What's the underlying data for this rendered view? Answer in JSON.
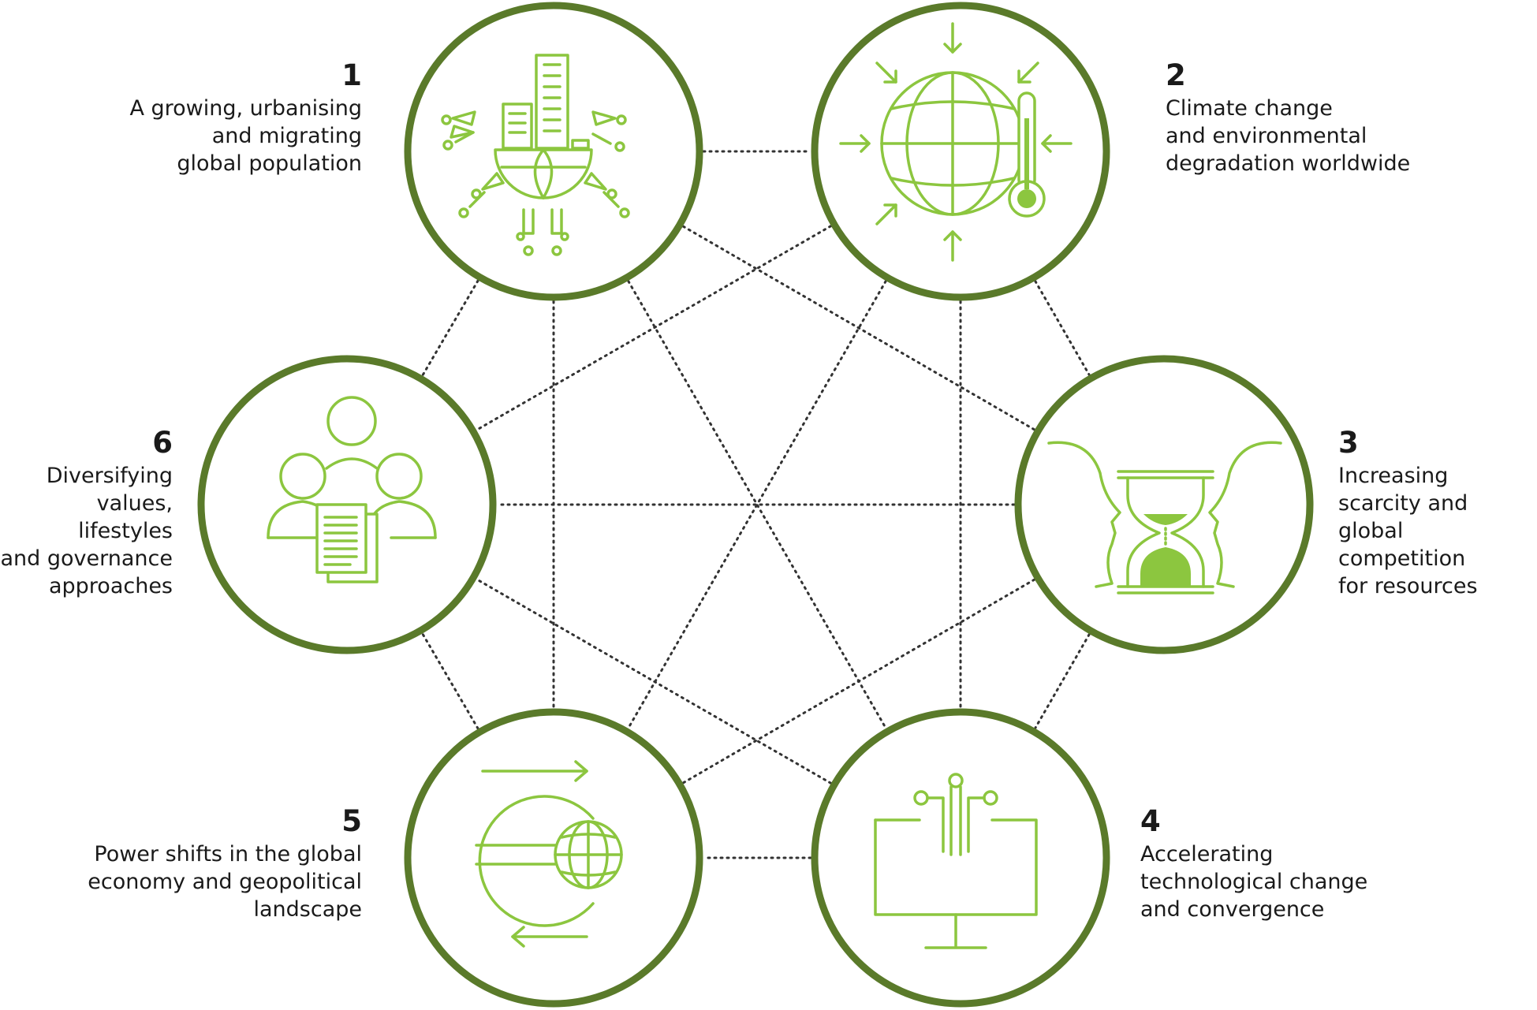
{
  "drivers": [
    {
      "id": 1,
      "number": "1",
      "lines": [
        "A growing, urbanising",
        "and migrating",
        "global population"
      ],
      "icon": "city-migration-icon"
    },
    {
      "id": 2,
      "number": "2",
      "lines": [
        "Climate change",
        "and environmental",
        "degradation worldwide"
      ],
      "icon": "globe-thermometer-icon"
    },
    {
      "id": 3,
      "number": "3",
      "lines": [
        "Increasing",
        "scarcity and global",
        "competition",
        "for resources"
      ],
      "icon": "hourglass-faces-icon"
    },
    {
      "id": 4,
      "number": "4",
      "lines": [
        "Accelerating",
        "technological change",
        "and convergence"
      ],
      "icon": "circuit-monitor-icon"
    },
    {
      "id": 5,
      "number": "5",
      "lines": [
        "Power shifts in the global",
        "economy and geopolitical",
        "landscape"
      ],
      "icon": "euro-globe-exchange-icon"
    },
    {
      "id": 6,
      "number": "6",
      "lines": [
        "Diversifying",
        "values, lifestyles",
        "and governance",
        "approaches"
      ],
      "icon": "people-document-icon"
    }
  ],
  "colors": {
    "ring": "#5a7a2a",
    "icon": "#8cc63f",
    "connector": "#333333"
  }
}
